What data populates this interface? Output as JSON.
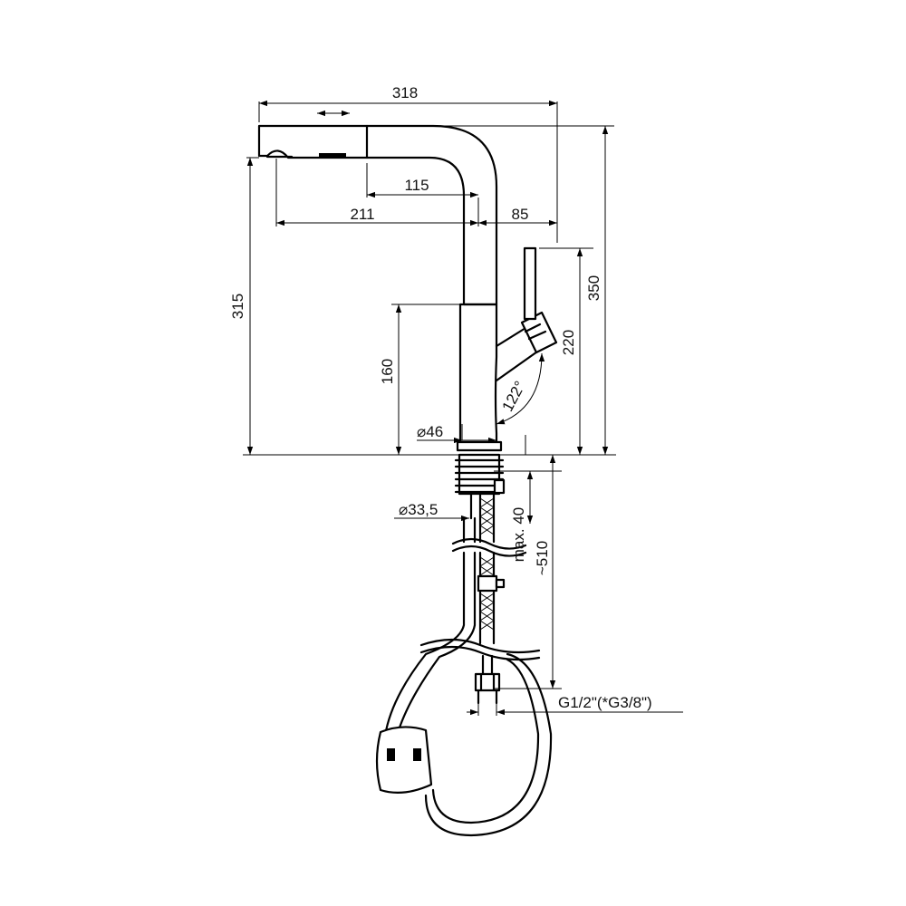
{
  "dimensions": {
    "overall_reach": "318",
    "spray_offset": "115",
    "spout_reach": "211",
    "lever_offset": "85",
    "spout_height": "315",
    "total_height": "350",
    "lever_height": "220",
    "body_height": "160",
    "lever_angle": "122°",
    "body_diameter": "⌀46",
    "shank_diameter": "⌀33,5",
    "max_thickness": "max. 40",
    "hose_length": "~510",
    "connection_thread": "G1/2\"(*G3/8\")"
  },
  "colors": {
    "line": "#000000",
    "background": "#ffffff"
  }
}
